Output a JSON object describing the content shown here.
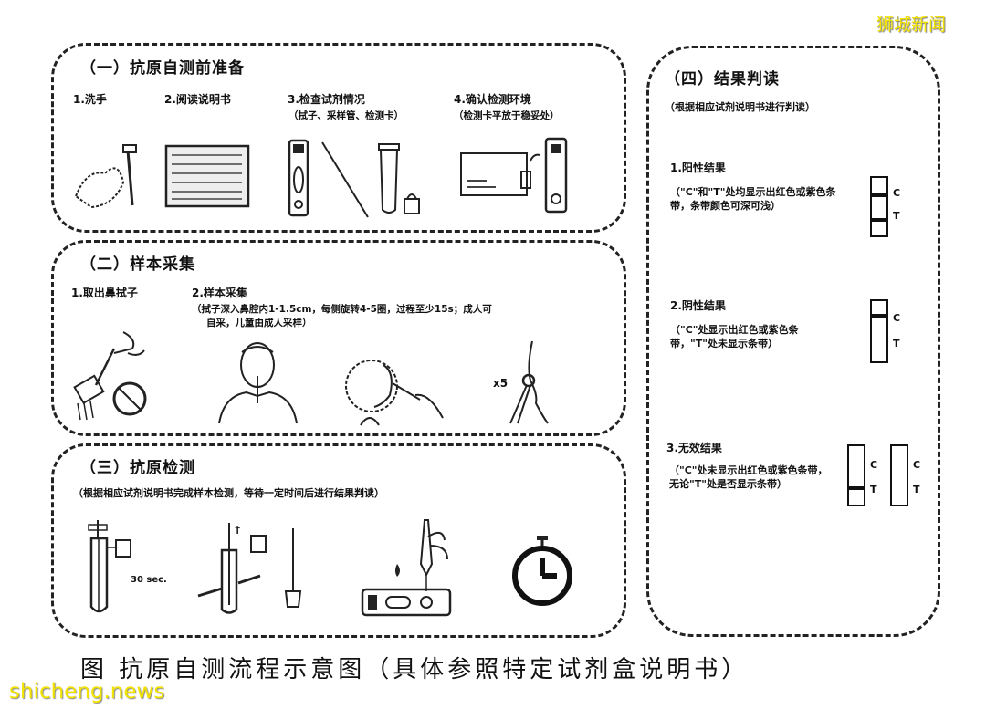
{
  "watermarks": {
    "top_right": "狮城新闻",
    "bottom_left": "shicheng.news"
  },
  "caption": "图  抗原自测流程示意图（具体参照特定试剂盒说明书）",
  "section1": {
    "title": "（一）抗原自测前准备",
    "steps": [
      {
        "label": "1.洗手",
        "note": ""
      },
      {
        "label": "2.阅读说明书",
        "note": ""
      },
      {
        "label": "3.检查试剂情况",
        "note": "（拭子、采样管、检测卡）"
      },
      {
        "label": "4.确认检测环境",
        "note": "（检测卡平放于稳妥处）"
      }
    ]
  },
  "section2": {
    "title": "（二）样本采集",
    "steps": [
      {
        "label": "1.取出鼻拭子"
      },
      {
        "label": "2.样本采集"
      }
    ],
    "note_line1": "（拭子深入鼻腔内1-1.5cm，每侧旋转4-5圈，过程至少15s；成人可",
    "note_line2": "自采，儿童由成人采样）",
    "repeat_label": "x5"
  },
  "section3": {
    "title": "（三）抗原检测",
    "note": "（根据相应试剂说明书完成样本检测，等待一定时间后进行结果判读）",
    "time_label": "30 sec."
  },
  "section4": {
    "title": "（四）结果判读",
    "note": "（根据相应试剂说明书进行判读）",
    "results": [
      {
        "label": "1.阳性结果",
        "desc": "（\"C\"和\"T\"处均显示出红色或紫色条带，条带颜色可深可浅）"
      },
      {
        "label": "2.阴性结果",
        "desc": "（\"C\"处显示出红色或紫色条带，\"T\"处未显示条带）"
      },
      {
        "label": "3.无效结果",
        "desc": "（\"C\"处未显示出红色或紫色条带，无论\"T\"处是否显示条带）"
      }
    ],
    "c_label": "C",
    "t_label": "T"
  }
}
